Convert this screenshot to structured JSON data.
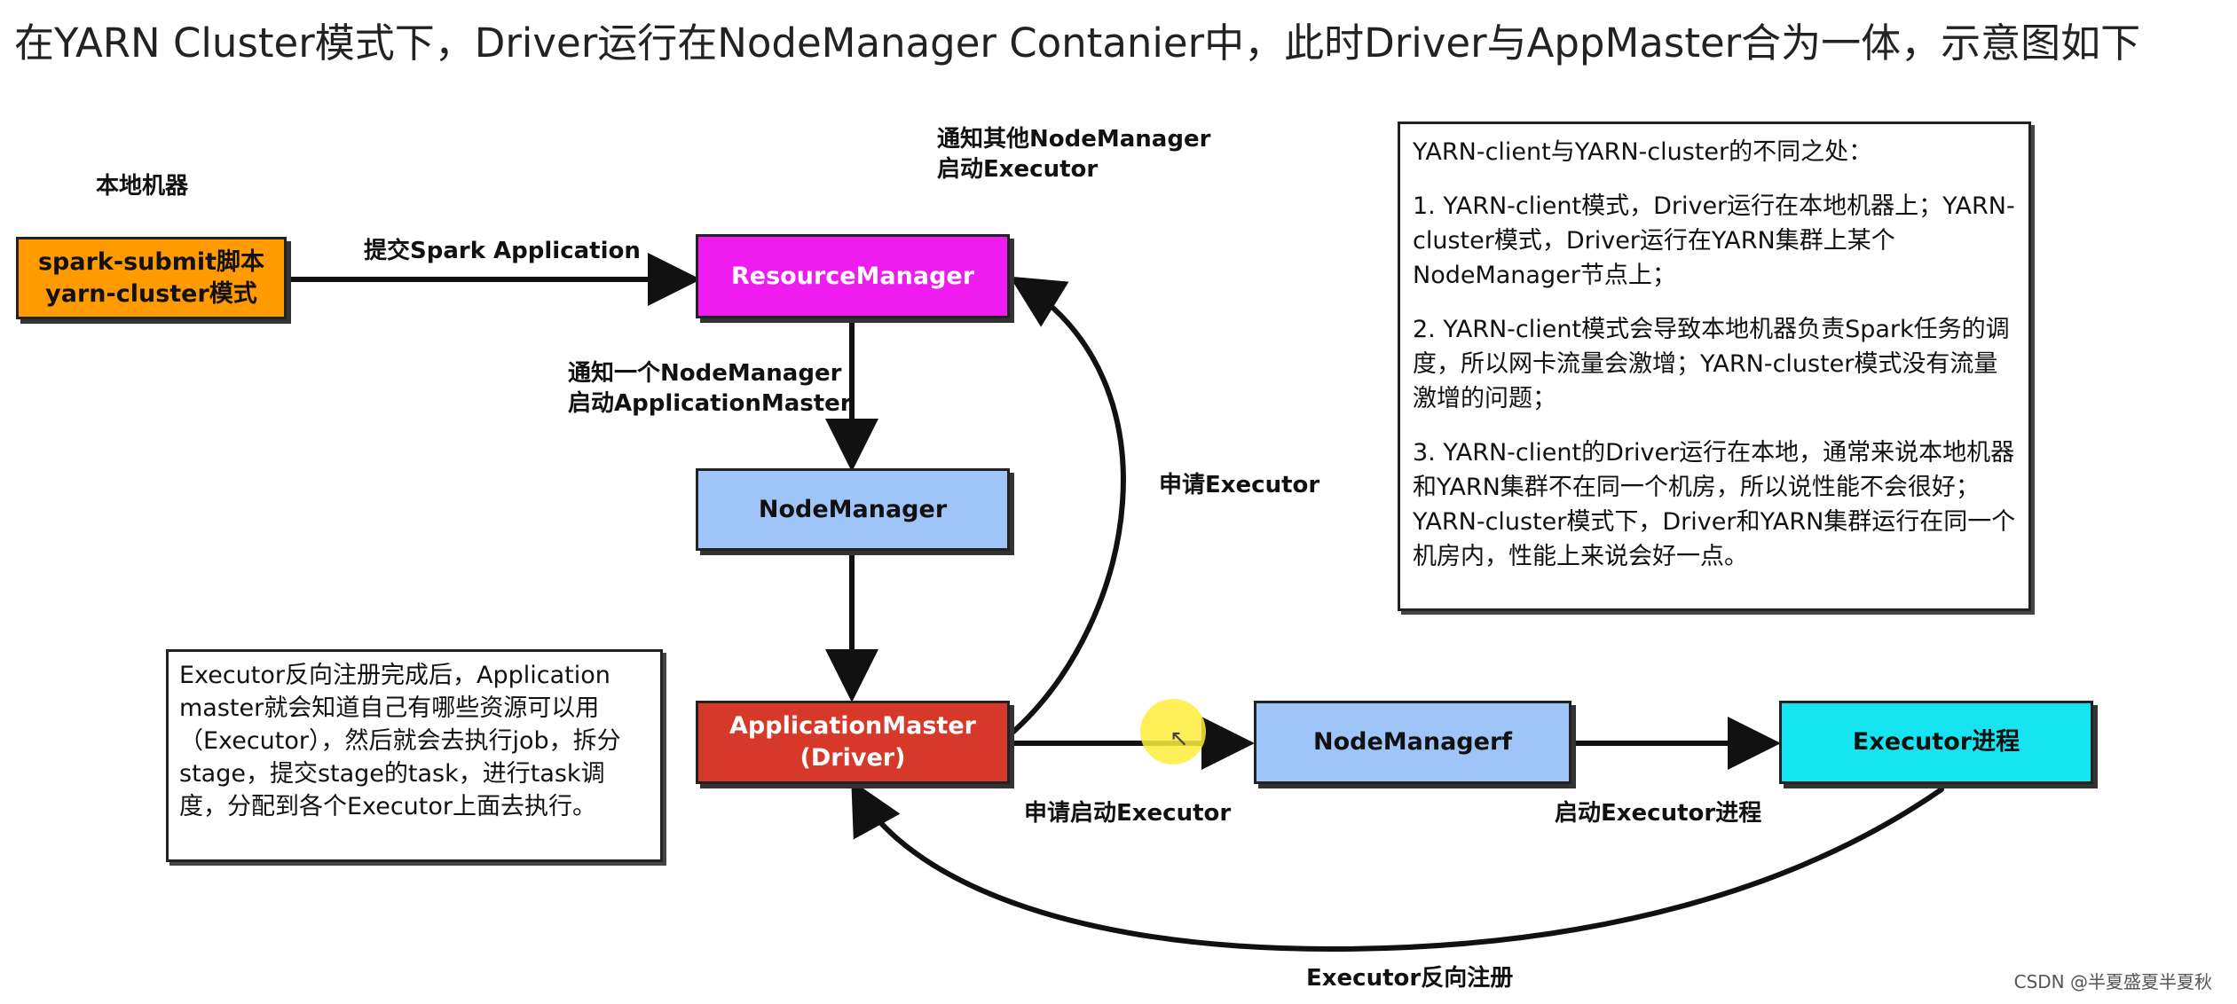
{
  "title": "在YARN Cluster模式下，Driver运行在NodeManager Contanier中，此时Driver与AppMaster合为一体，示意图如下",
  "labels": {
    "local_machine": "本地机器",
    "notify_other_nm_l1": "通知其他NodeManager",
    "notify_other_nm_l2": "启动Executor",
    "submit_app": "提交Spark Application",
    "notify_one_nm_l1": "通知一个NodeManager",
    "notify_one_nm_l2": "启动ApplicationMaster",
    "request_executor": "申请Executor",
    "request_start_executor": "申请启动Executor",
    "start_executor_process": "启动Executor进程",
    "executor_register_back": "Executor反向注册"
  },
  "boxes": {
    "spark_submit_l1": "spark-submit脚本",
    "spark_submit_l2": "yarn-cluster模式",
    "resource_manager": "ResourceManager",
    "node_manager": "NodeManager",
    "app_master_l1": "ApplicationMaster",
    "app_master_l2": "(Driver)",
    "node_manager_f": "NodeManagerf",
    "executor_process": "Executor进程"
  },
  "colors": {
    "spark_submit": "#ff9a00",
    "resource_manager": "#ee1cee",
    "node_manager": "#9fc5f8",
    "app_master": "#d6382a",
    "executor": "#16e4f0"
  },
  "left_note": "Executor反向注册完成后，Application master就会知道自己有哪些资源可以用（Executor），然后就会去执行job，拆分stage，提交stage的task，进行task调度，分配到各个Executor上面去执行。",
  "diff_note": {
    "heading": "YARN-client与YARN-cluster的不同之处：",
    "point1": "1.  YARN-client模式，Driver运行在本地机器上；YARN-cluster模式，Driver运行在YARN集群上某个NodeManager节点上；",
    "point2": "2. YARN-client模式会导致本地机器负责Spark任务的调度，所以网卡流量会激增；YARN-cluster模式没有流量激增的问题；",
    "point3": "3. YARN-client的Driver运行在本地，通常来说本地机器和YARN集群不在同一个机房，所以说性能不会很好；YARN-cluster模式下，Driver和YARN集群运行在同一个机房内，性能上来说会好一点。"
  },
  "watermark": "CSDN @半夏盛夏半夏秋"
}
